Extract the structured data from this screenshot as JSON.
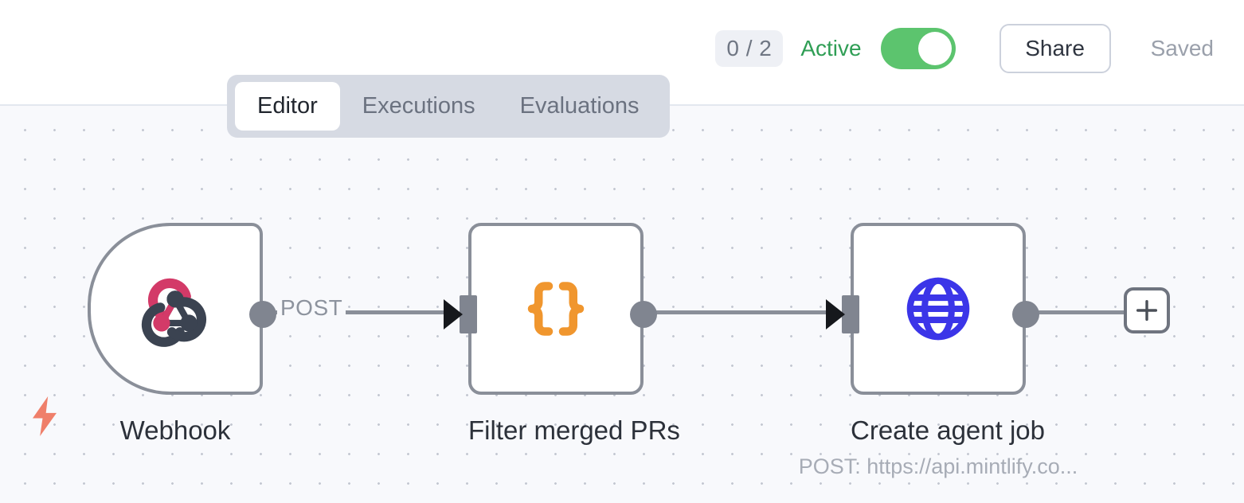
{
  "header": {
    "run_badge": "0 / 2",
    "active_label": "Active",
    "toggle_state": "on",
    "share_label": "Share",
    "saved_label": "Saved",
    "accent_green": "#5cc46e",
    "active_text_color": "#2f9e55"
  },
  "tabs": [
    {
      "label": "Editor",
      "active": true
    },
    {
      "label": "Executions",
      "active": false
    },
    {
      "label": "Evaluations",
      "active": false
    }
  ],
  "canvas": {
    "background": "#f8f9fc",
    "dot_color": "#c3c7d1",
    "trigger_indicator": "lightning-bolt",
    "trigger_indicator_color": "#ef7f6a"
  },
  "nodes": [
    {
      "id": "webhook",
      "type": "trigger",
      "label": "Webhook",
      "subtitle": "",
      "icon": "webhook-icon",
      "icon_colors": [
        "#d33a68",
        "#3b4351"
      ]
    },
    {
      "id": "filter",
      "type": "step",
      "label": "Filter merged PRs",
      "subtitle": "",
      "icon": "curly-braces-icon",
      "icon_colors": [
        "#f0962e"
      ]
    },
    {
      "id": "http",
      "type": "step",
      "label": "Create agent job",
      "subtitle": "POST: https://api.mintlify.co...",
      "icon": "globe-icon",
      "icon_colors": [
        "#3b35e8"
      ]
    }
  ],
  "edges": [
    {
      "from": "webhook",
      "to": "filter",
      "label": "POST"
    },
    {
      "from": "filter",
      "to": "http",
      "label": ""
    },
    {
      "from": "http",
      "to": "add",
      "label": ""
    }
  ],
  "add_node_button": {
    "icon": "plus-icon",
    "label": "+"
  }
}
